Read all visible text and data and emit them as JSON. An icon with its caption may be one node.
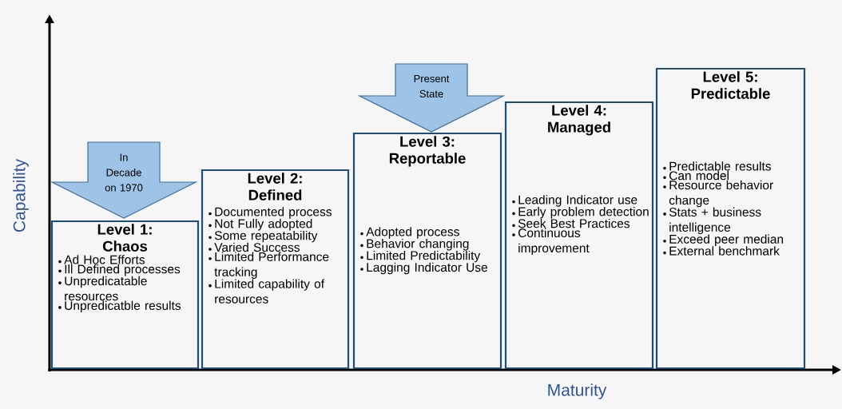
{
  "diagram": {
    "nodes": [
      {
        "text": [
          "In Decade on 1970"
        ]
      },
      {
        "text": [
          "Level 1: Chaos",
          "Ad Hoc Efforts",
          "Ill Defined processes",
          "Unpredicatable resources",
          "Unpredicatble results"
        ]
      },
      {
        "text": [
          "Level 2: Defined",
          "Documented process",
          "Not Fully adopted",
          "Some repeatability",
          "Varied Success",
          "Limited Performance tracking",
          "Limited capability of resources"
        ]
      },
      {
        "text": [
          "Present State"
        ]
      },
      {
        "text": [
          "Level 3: Reportable",
          "Adopted process",
          "Behavior changing",
          "Limited Predictability",
          "Lagging Indicator Use"
        ]
      },
      {
        "text": [
          "Level 4: Managed",
          "Leading Indicator use",
          "Early problem detection",
          "Seek Best Practices",
          "Continuous improvement"
        ]
      },
      {
        "text": [
          "Level 5: Predictable",
          "Predictable results",
          "Can model",
          "Resource behavior change",
          "Stats + business intelligence",
          "Exceed peer median",
          "External benchmark"
        ]
      }
    ],
    "edges": [],
    "labels": [
      "Capability",
      "Maturity"
    ]
  }
}
